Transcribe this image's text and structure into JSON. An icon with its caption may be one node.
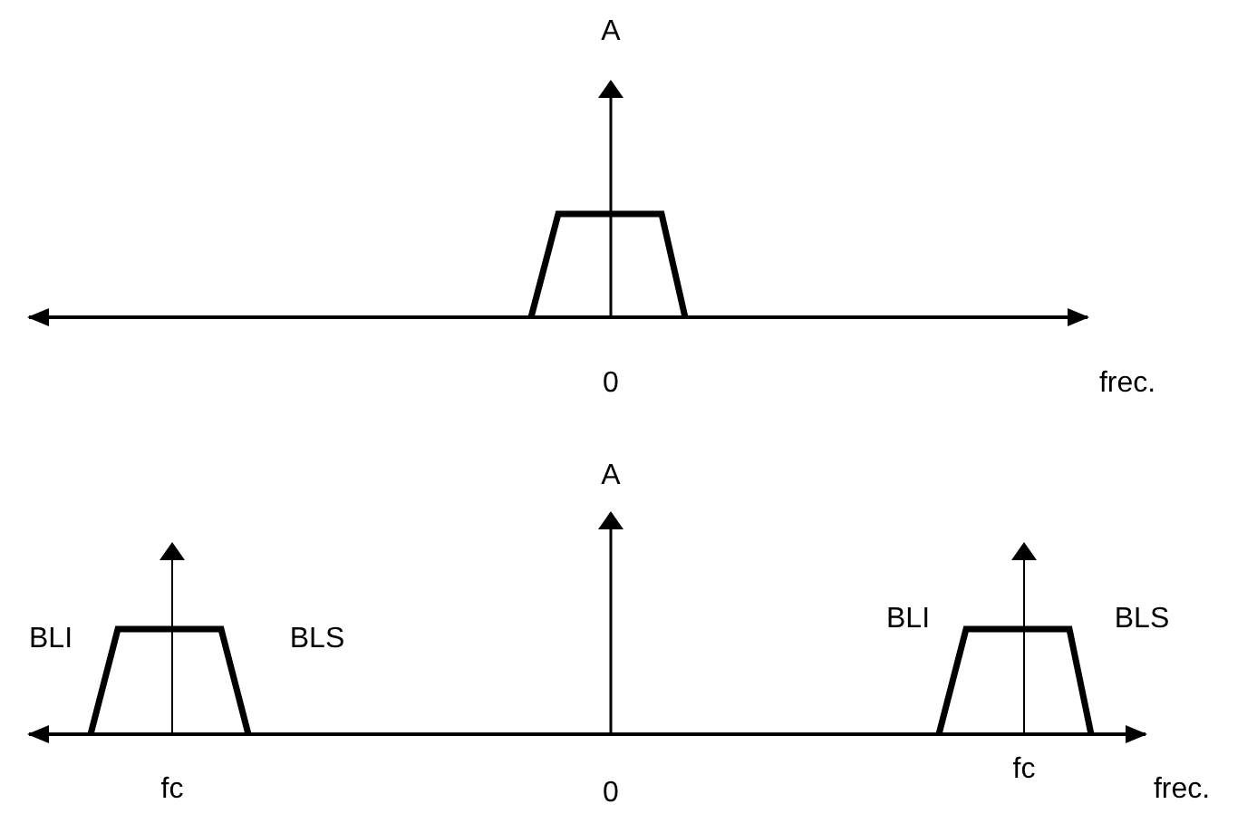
{
  "diagram": {
    "labels": [
      "A",
      "0",
      "frec.",
      "A",
      "BLI",
      "BLS",
      "BLI",
      "BLS",
      "fc",
      "0",
      "fc",
      "frec."
    ]
  }
}
